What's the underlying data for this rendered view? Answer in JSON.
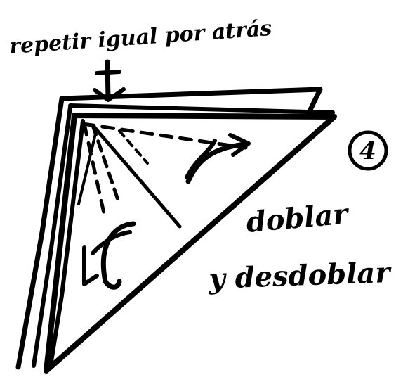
{
  "annotations": {
    "top_instruction": "repetir igual por atrás",
    "step_number": "4",
    "side_instruction_line1": "doblar",
    "side_instruction_line2": "y desdoblar"
  },
  "colors": {
    "ink": "#000000",
    "paper": "#ffffff"
  }
}
